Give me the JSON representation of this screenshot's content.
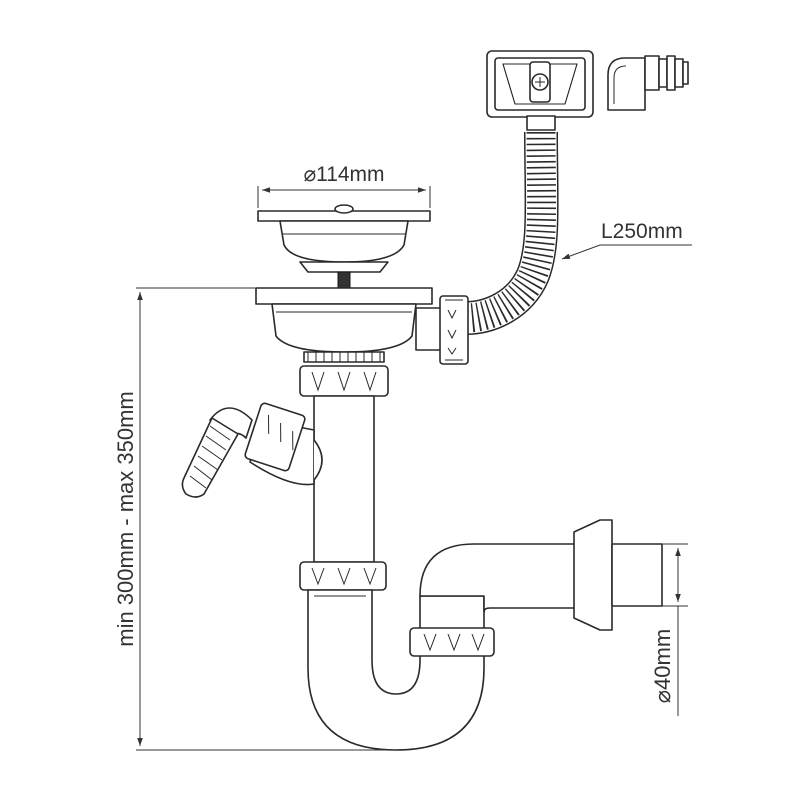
{
  "labels": {
    "strainer_diameter": "⌀114mm",
    "overflow_hose_length": "L250mm",
    "height_range": "min 300mm - max 350mm",
    "outlet_diameter": "⌀40mm"
  },
  "colors": {
    "line": "#2a2a2a",
    "fill": "#ffffff",
    "dimension": "#333333"
  }
}
